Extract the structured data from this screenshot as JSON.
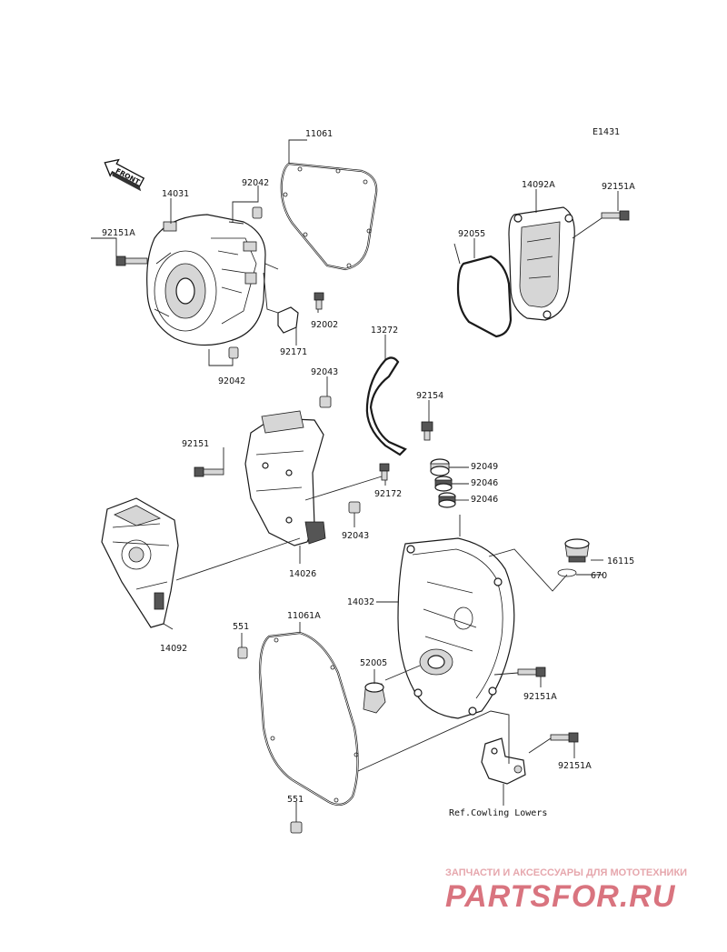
{
  "diagram_code": "E1431",
  "front_label": "FRONT",
  "reference_note": "Ref.Cowling Lowers",
  "watermark": {
    "tagline": "ЗАПЧАСТИ И АКСЕССУАРЫ ДЛЯ МОТОТЕХНИКИ",
    "brand": "PARTSFOR.RU"
  },
  "part_numbers": {
    "p11061": "11061",
    "p14031": "14031",
    "p92042_top": "92042",
    "p92151A_left": "92151A",
    "p92002": "92002",
    "p92171": "92171",
    "p92042_bottom": "92042",
    "p14092A": "14092A",
    "p92151A_right": "92151A",
    "p92055": "92055",
    "p13272": "13272",
    "p92043_top": "92043",
    "p92154": "92154",
    "p92151": "92151",
    "p92049": "92049",
    "p92046_a": "92046",
    "p92046_b": "92046",
    "p92172": "92172",
    "p92043_bottom": "92043",
    "p14026": "14026",
    "p16115": "16115",
    "p670": "670",
    "p14032": "14032",
    "p14092": "14092",
    "p551_top": "551",
    "p11061A": "11061A",
    "p52005": "52005",
    "p92151A_mid": "92151A",
    "p92151A_low": "92151A",
    "p551_bottom": "551"
  }
}
